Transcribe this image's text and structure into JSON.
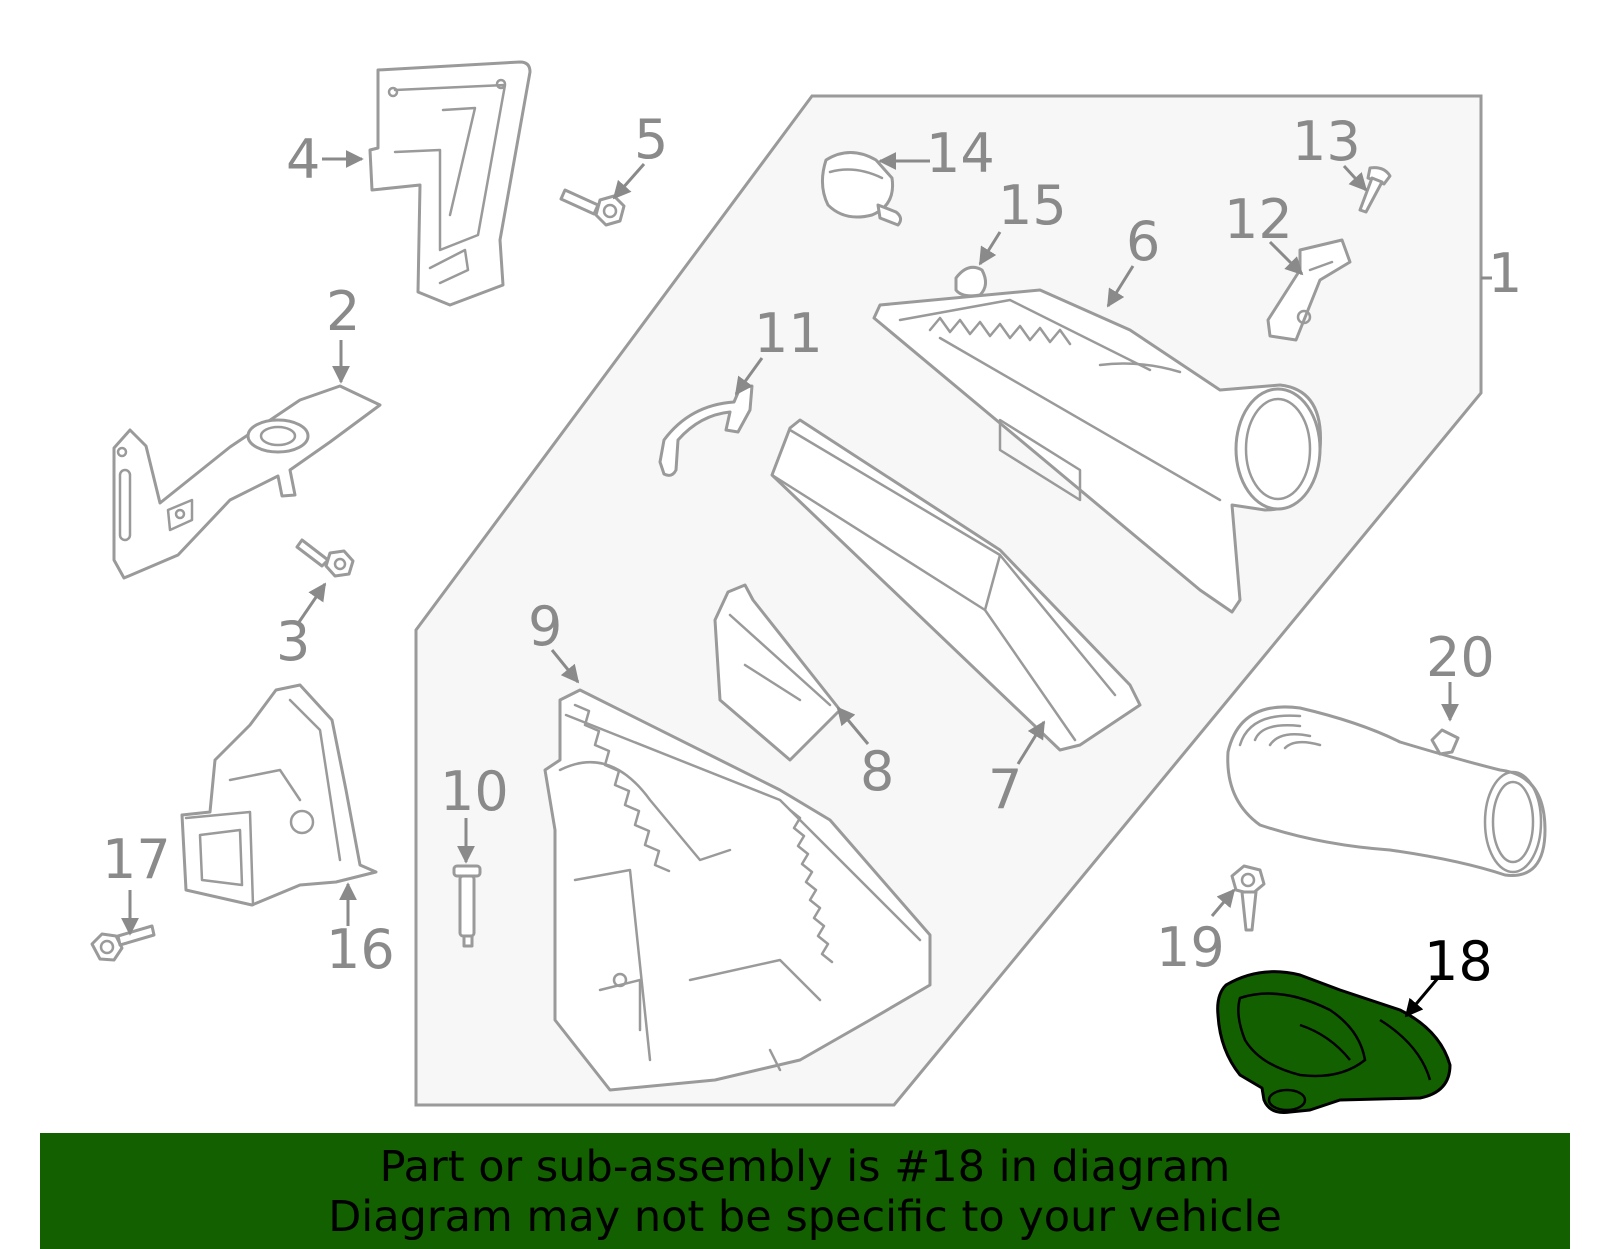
{
  "diagram": {
    "callouts": [
      "1",
      "2",
      "3",
      "4",
      "5",
      "6",
      "7",
      "8",
      "9",
      "10",
      "11",
      "12",
      "13",
      "14",
      "15",
      "16",
      "17",
      "18",
      "19",
      "20"
    ],
    "highlighted_part": "18",
    "colors": {
      "highlight": "#136000",
      "assembly_box": "#f7f7f7",
      "line": "#9a9a9a",
      "callout_text": "#8a8a8a"
    }
  },
  "banner": {
    "line1": "Part or sub-assembly is #18 in diagram",
    "line2": "Diagram may not be specific to your vehicle"
  }
}
